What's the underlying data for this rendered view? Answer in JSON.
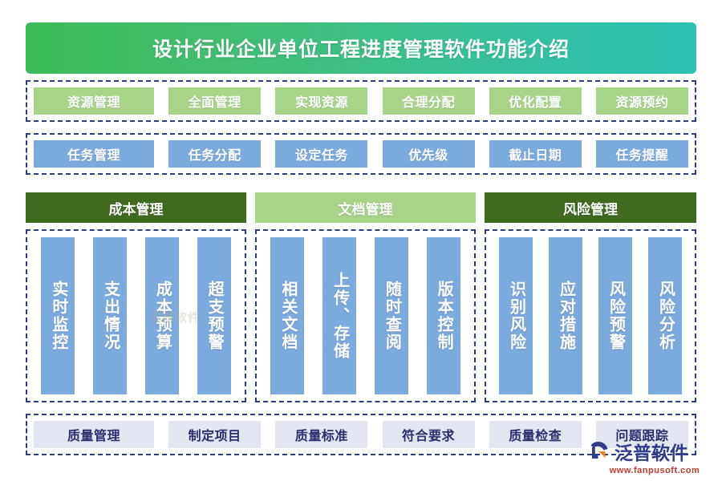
{
  "header": {
    "title": "设计行业企业单位工程进度管理软件功能介绍",
    "gradient_from": "#3CBB57",
    "gradient_to": "#2CC1B4"
  },
  "rows": {
    "resource": {
      "color": "#A8D48A",
      "items": [
        {
          "label": "资源管理"
        },
        {
          "label": "全面管理"
        },
        {
          "label": "实现资源"
        },
        {
          "label": "合理分配"
        },
        {
          "label": "优化配置"
        },
        {
          "label": "资源预约"
        }
      ]
    },
    "task": {
      "color": "#7BABDC",
      "items": [
        {
          "label": "任务管理"
        },
        {
          "label": "任务分配"
        },
        {
          "label": "设定任务"
        },
        {
          "label": "优先级"
        },
        {
          "label": "截止日期"
        },
        {
          "label": "任务提醒"
        }
      ]
    },
    "quality": {
      "color": "#E3E5F0",
      "text_color": "#2B2E6E",
      "items": [
        {
          "label": "质量管理"
        },
        {
          "label": "制定项目"
        },
        {
          "label": "质量标准"
        },
        {
          "label": "符合要求"
        },
        {
          "label": "质量检查"
        },
        {
          "label": "问题跟踪"
        }
      ]
    }
  },
  "sections": [
    {
      "title": "成本管理",
      "head_color": "#3E6B1F",
      "columns": [
        {
          "label": "实时监控"
        },
        {
          "label": "支出情况"
        },
        {
          "label": "成本预算"
        },
        {
          "label": "超支预警"
        }
      ]
    },
    {
      "title": "文档管理",
      "head_color": "#A8D48A",
      "columns": [
        {
          "label": "相关文档"
        },
        {
          "label": "上传、存储"
        },
        {
          "label": "随时查阅"
        },
        {
          "label": "版本控制"
        }
      ]
    },
    {
      "title": "风险管理",
      "head_color": "#3E6B1F",
      "columns": [
        {
          "label": "识别风险"
        },
        {
          "label": "应对措施"
        },
        {
          "label": "风险预警"
        },
        {
          "label": "风险分析"
        }
      ]
    }
  ],
  "watermark": {
    "text": "泛普软件"
  },
  "logo": {
    "name": "泛普软件",
    "url": "www.fanpusoft.com",
    "brand_color": "#2E3C8E",
    "accent_color": "#E8852A"
  }
}
